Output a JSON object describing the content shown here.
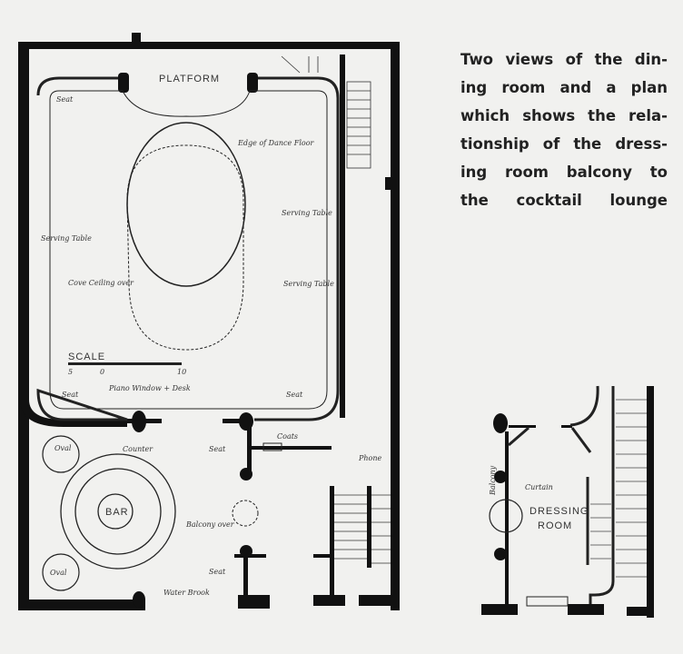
{
  "caption": {
    "lines": [
      "Two views of the din-",
      "ing room and a plan",
      "which shows the rela-",
      "tionship of the dress-",
      "ing room balcony to",
      "the cocktail lounge"
    ]
  },
  "main_plan": {
    "platform": "PLATFORM",
    "edge_dance_floor": "Edge of Dance Floor",
    "serving_table_left": "Serving Table",
    "serving_table_right_top": "Serving Table",
    "serving_table_right_bottom": "Serving Table",
    "cove_ceiling": "Cove Ceiling over",
    "scale_label": "SCALE",
    "scale_ticks": [
      "5",
      "0",
      "10"
    ],
    "seat_labels": [
      "Seat",
      "Seat",
      "Seat",
      "Seat",
      "Seat"
    ],
    "desk": "Piano Window + Desk",
    "oval_top": "Oval",
    "oval_bottom": "Oval",
    "counter": "Counter",
    "bar": "BAR",
    "coats": "Coats",
    "phone": "Phone",
    "balcony_over": "Balcony over",
    "water_brook": "Water Brook"
  },
  "balcony_plan": {
    "curtain": "Curtain",
    "balcony": "Balcony",
    "dressing_room_line1": "DRESSING",
    "dressing_room_line2": "ROOM"
  }
}
